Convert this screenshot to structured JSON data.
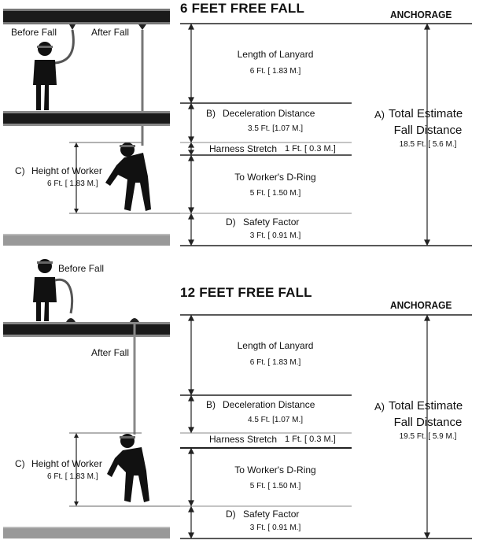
{
  "panels": [
    {
      "title": "6 FEET FREE FALL",
      "anchorage": "ANCHORAGE",
      "before_fall": "Before Fall",
      "after_fall": "After Fall",
      "lanyard": {
        "label": "Length of Lanyard",
        "value": "6 Ft. [ 1.83 M.]"
      },
      "deceleration": {
        "letter": "B)",
        "label": "Deceleration Distance",
        "value": "3.5 Ft. [1.07 M.]"
      },
      "harness": {
        "label": "Harness Stretch",
        "value": "1 Ft. [ 0.3 M.]"
      },
      "dring": {
        "label": "To Worker's D-Ring",
        "value": "5 Ft. [ 1.50 M.]"
      },
      "safety": {
        "letter": "D)",
        "label": "Safety Factor",
        "value": "3 Ft. [ 0.91 M.]"
      },
      "height": {
        "letter": "C)",
        "label": "Height of Worker",
        "value": "6 Ft. [ 1.83 M.]"
      },
      "total": {
        "letter": "A)",
        "label1": "Total Estimate",
        "label2": "Fall Distance",
        "value": "18.5 Ft. [ 5.6 M.]"
      }
    },
    {
      "title": "12 FEET FREE FALL",
      "anchorage": "ANCHORAGE",
      "before_fall": "Before Fall",
      "after_fall": "After Fall",
      "lanyard": {
        "label": "Length of Lanyard",
        "value": "6 Ft. [ 1.83 M.]"
      },
      "deceleration": {
        "letter": "B)",
        "label": "Deceleration Distance",
        "value": "4.5 Ft. [1.07 M.]"
      },
      "harness": {
        "label": "Harness Stretch",
        "value": "1 Ft. [ 0.3 M.]"
      },
      "dring": {
        "label": "To Worker's D-Ring",
        "value": "5 Ft. [ 1.50 M.]"
      },
      "safety": {
        "letter": "D)",
        "label": "Safety Factor",
        "value": "3 Ft. [ 0.91 M.]"
      },
      "height": {
        "letter": "C)",
        "label": "Height of Worker",
        "value": "6 Ft. [ 1.83 M.]"
      },
      "total": {
        "letter": "A)",
        "label1": "Total Estimate",
        "label2": "Fall Distance",
        "value": "19.5 Ft. [ 5.9 M.]"
      }
    }
  ]
}
